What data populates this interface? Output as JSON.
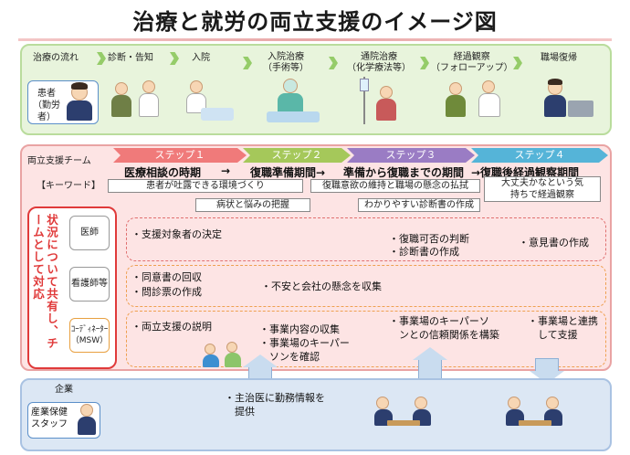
{
  "title": "治療と就労の両立支援のイメージ図",
  "flow": {
    "stages": [
      "治療の流れ",
      "診断・告知",
      "入院",
      "入院治療\n（手術等）",
      "通院治療\n（化学療法等）",
      "経過観察\n（フォローアップ）",
      "職場復帰"
    ],
    "patient_label": "患者\n（勤労者）"
  },
  "team": {
    "label": "両立支援チーム",
    "keyword_label": "【キーワード】",
    "steps": [
      "ステップ１",
      "ステップ２",
      "ステップ３",
      "ステップ４"
    ],
    "periods": [
      "医療相談の時期",
      "→",
      "復職準備期間→",
      "準備から復職までの期間",
      "→復職後経過観察期間"
    ],
    "keywords": [
      "患者が吐露できる環境づくり",
      "復職意欲の維持と職場の懸念の払拭",
      "大丈夫かなという気\n持ちで経過観察",
      "病状と悩みの把握",
      "わかりやすい診断書の作成"
    ],
    "share_text": "状況について共有し、チームとして対応",
    "roles": [
      "医師",
      "看護師等",
      "ｺｰﾃﾞｨﾈｰﾀｰ\n（MSW）"
    ],
    "items": {
      "row1_a": "・支援対象者の決定",
      "row1_b": "・復職可否の判断",
      "row1_c": "・診断書の作成",
      "row1_d": "・意見書の作成",
      "row2_a": "・同意書の回収",
      "row2_b": "・問診票の作成",
      "row2_c": "・不安と会社の懸念を収集",
      "row3_a": "・両立支援の説明",
      "row3_b": "・事業内容の収集",
      "row3_c": "・事業場のキーパー\n　ソンを確認",
      "row3_d": "・事業場のキーパーソ\n　ンとの信頼関係を構築",
      "row3_e": "・事業場と連携\n　して支援"
    }
  },
  "company": {
    "label": "企業",
    "staff_label": "産業保健\nスタッフ",
    "item": "・主治医に勤務情報を\n　提供"
  },
  "colors": {
    "step1": "#f07a7a",
    "step2": "#a5c85a",
    "step3": "#9a7cc4",
    "step4": "#55b4d8",
    "share_red": "#e03a3a"
  }
}
